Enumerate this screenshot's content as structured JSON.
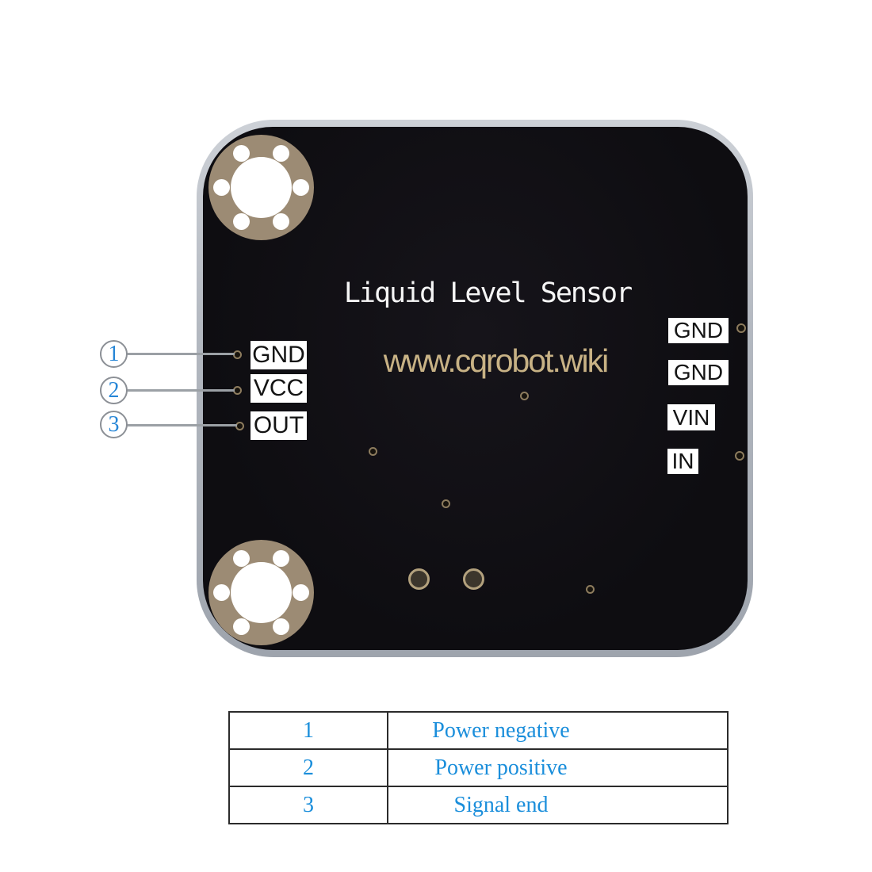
{
  "board": {
    "title": "Liquid Level Sensor",
    "url": "www.cqrobot.wiki",
    "left_pins": [
      "GND",
      "VCC",
      "OUT"
    ],
    "right_pins": [
      "GND",
      "GND",
      "VIN",
      "IN"
    ]
  },
  "callouts": [
    "1",
    "2",
    "3"
  ],
  "table": {
    "rows": [
      {
        "num": "1",
        "desc": "Power negative"
      },
      {
        "num": "2",
        "desc": "Power positive"
      },
      {
        "num": "3",
        "desc": "Signal end"
      }
    ]
  },
  "colors": {
    "board_black": "#0e0d11",
    "board_edge_silver": "#b3b8c0",
    "mount_ring_tan": "#9c8b74",
    "silkscreen_white": "#f5f5f5",
    "url_gold": "#c8b285",
    "callout_blue": "#2585d6",
    "table_text_blue": "#1a8edb"
  }
}
